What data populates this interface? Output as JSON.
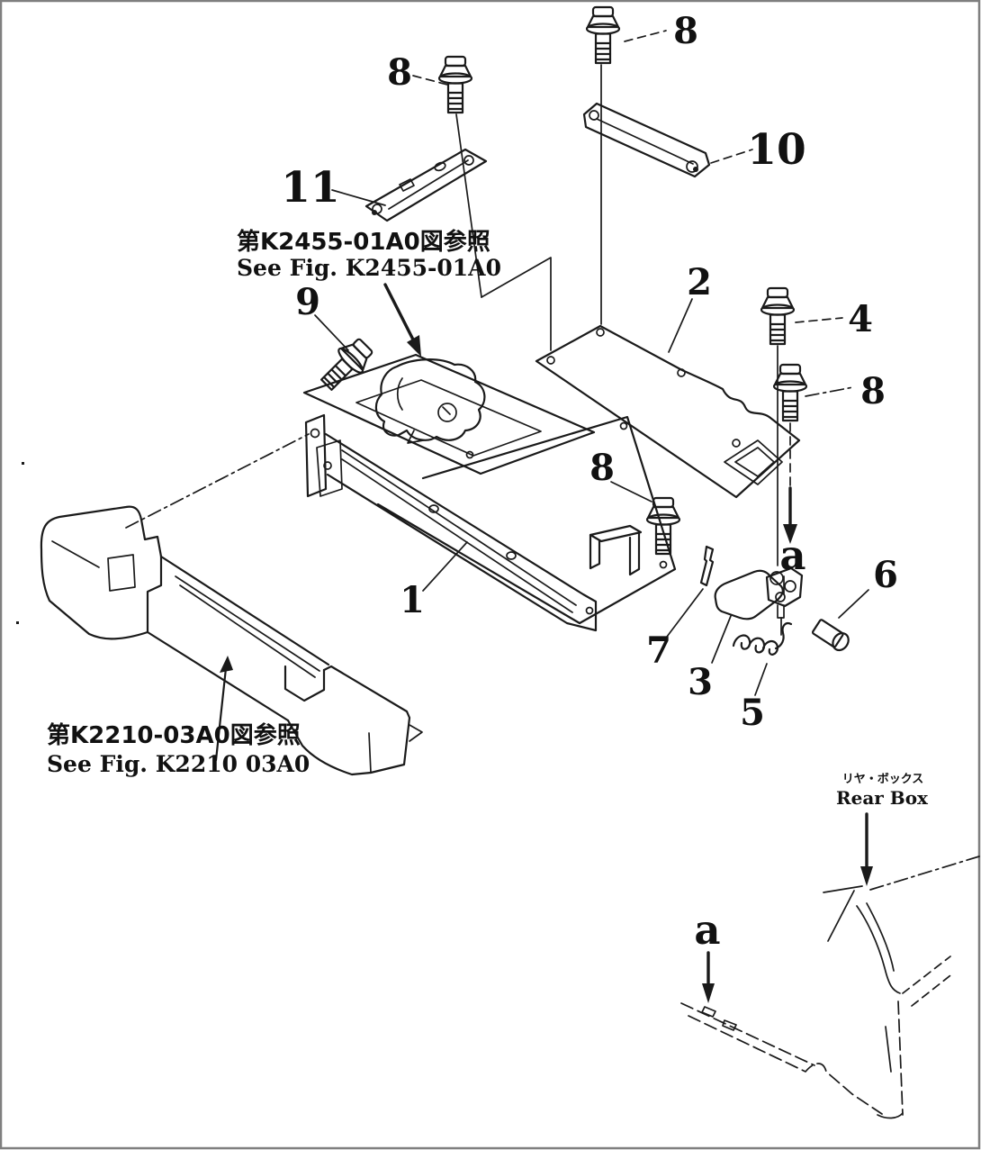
{
  "figure": {
    "callouts": {
      "n1": "1",
      "n2": "2",
      "n3": "3",
      "n4": "4",
      "n5": "5",
      "n6": "6",
      "n7": "7",
      "n8": "8",
      "n9": "9",
      "n10": "10",
      "n11": "11"
    },
    "view_letter": "a",
    "references": {
      "top": {
        "jp": "第K2455-01A0図参照",
        "en": "See Fig. K2455-01A0"
      },
      "bottom": {
        "jp": "第K2210-03A0図参照",
        "en": "See Fig. K2210 03A0"
      }
    },
    "rear_box": {
      "jp": "リヤ・ボックス",
      "en": "Rear Box"
    }
  }
}
